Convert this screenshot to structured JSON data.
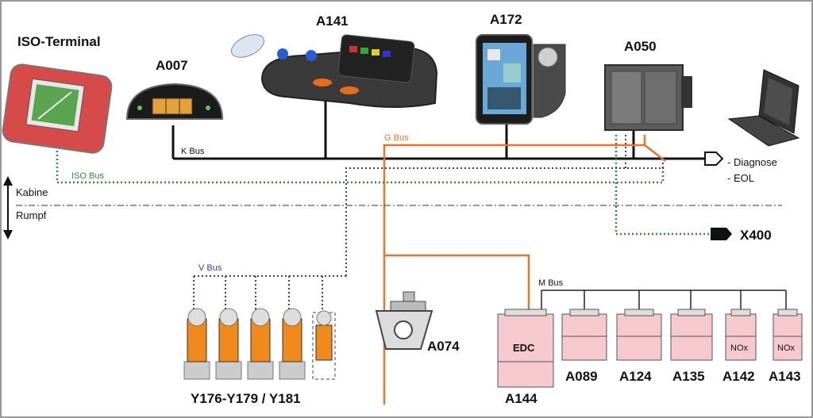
{
  "colors": {
    "k_bus": "#111111",
    "g_bus": "#e8742a",
    "m_bus": "#222222",
    "v_bus": "#3a3aa0",
    "iso_bus": "#2e8b3a",
    "module_fill": "#f6c9cf",
    "valve_orange": "#f08a1c"
  },
  "devices": {
    "iso_terminal": "ISO-Terminal",
    "a007": "A007",
    "a141": "A141",
    "a172": "A172",
    "a050": "A050"
  },
  "buses": {
    "k_bus": "K Bus",
    "g_bus": "G Bus",
    "iso_bus": "ISO Bus",
    "v_bus": "V Bus",
    "m_bus": "M Bus"
  },
  "zones": {
    "kabine": "Kabine",
    "rumpf": "Rumpf"
  },
  "outputs": {
    "diagnose": "- Diagnose",
    "eol": "- EOL",
    "x400": "X400"
  },
  "modules": {
    "a074": "A074",
    "edc": "EDC",
    "a144": "A144",
    "a089": "A089",
    "a124": "A124",
    "a135": "A135",
    "a142": "A142",
    "a143": "A143",
    "nox_a142": "NOx",
    "nox_a143": "NOx",
    "valves": "Y176-Y179 / Y181"
  }
}
